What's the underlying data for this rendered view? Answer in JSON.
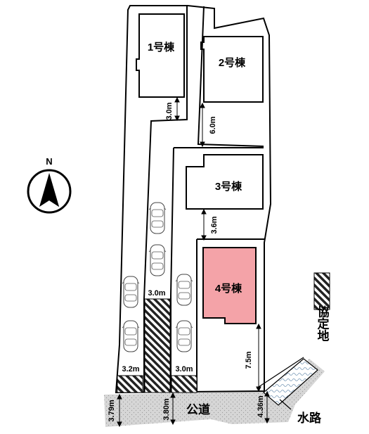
{
  "compass": {
    "north_label": "N"
  },
  "buildings": {
    "b1": "1号棟",
    "b2": "2号棟",
    "b3": "3号棟",
    "b4": "4号棟"
  },
  "dimensions": {
    "d_3_0_top": "3.0m",
    "d_6_0": "6.0m",
    "d_3_6": "3.6m",
    "d_7_5": "7.5m",
    "d_3_0_mid": "3.0m",
    "d_3_2": "3.2m",
    "d_3_0_bottom": "3.0m",
    "d_3_79": "3.79m",
    "d_3_80": "3.80m",
    "d_4_36": "4.36m"
  },
  "road_label": "公道",
  "waterway_label": "水路",
  "legend": {
    "label": "協定地"
  },
  "colors": {
    "highlight": "#f4a3a8",
    "road": "#d4d4d4",
    "waterway": "#ffffff"
  }
}
